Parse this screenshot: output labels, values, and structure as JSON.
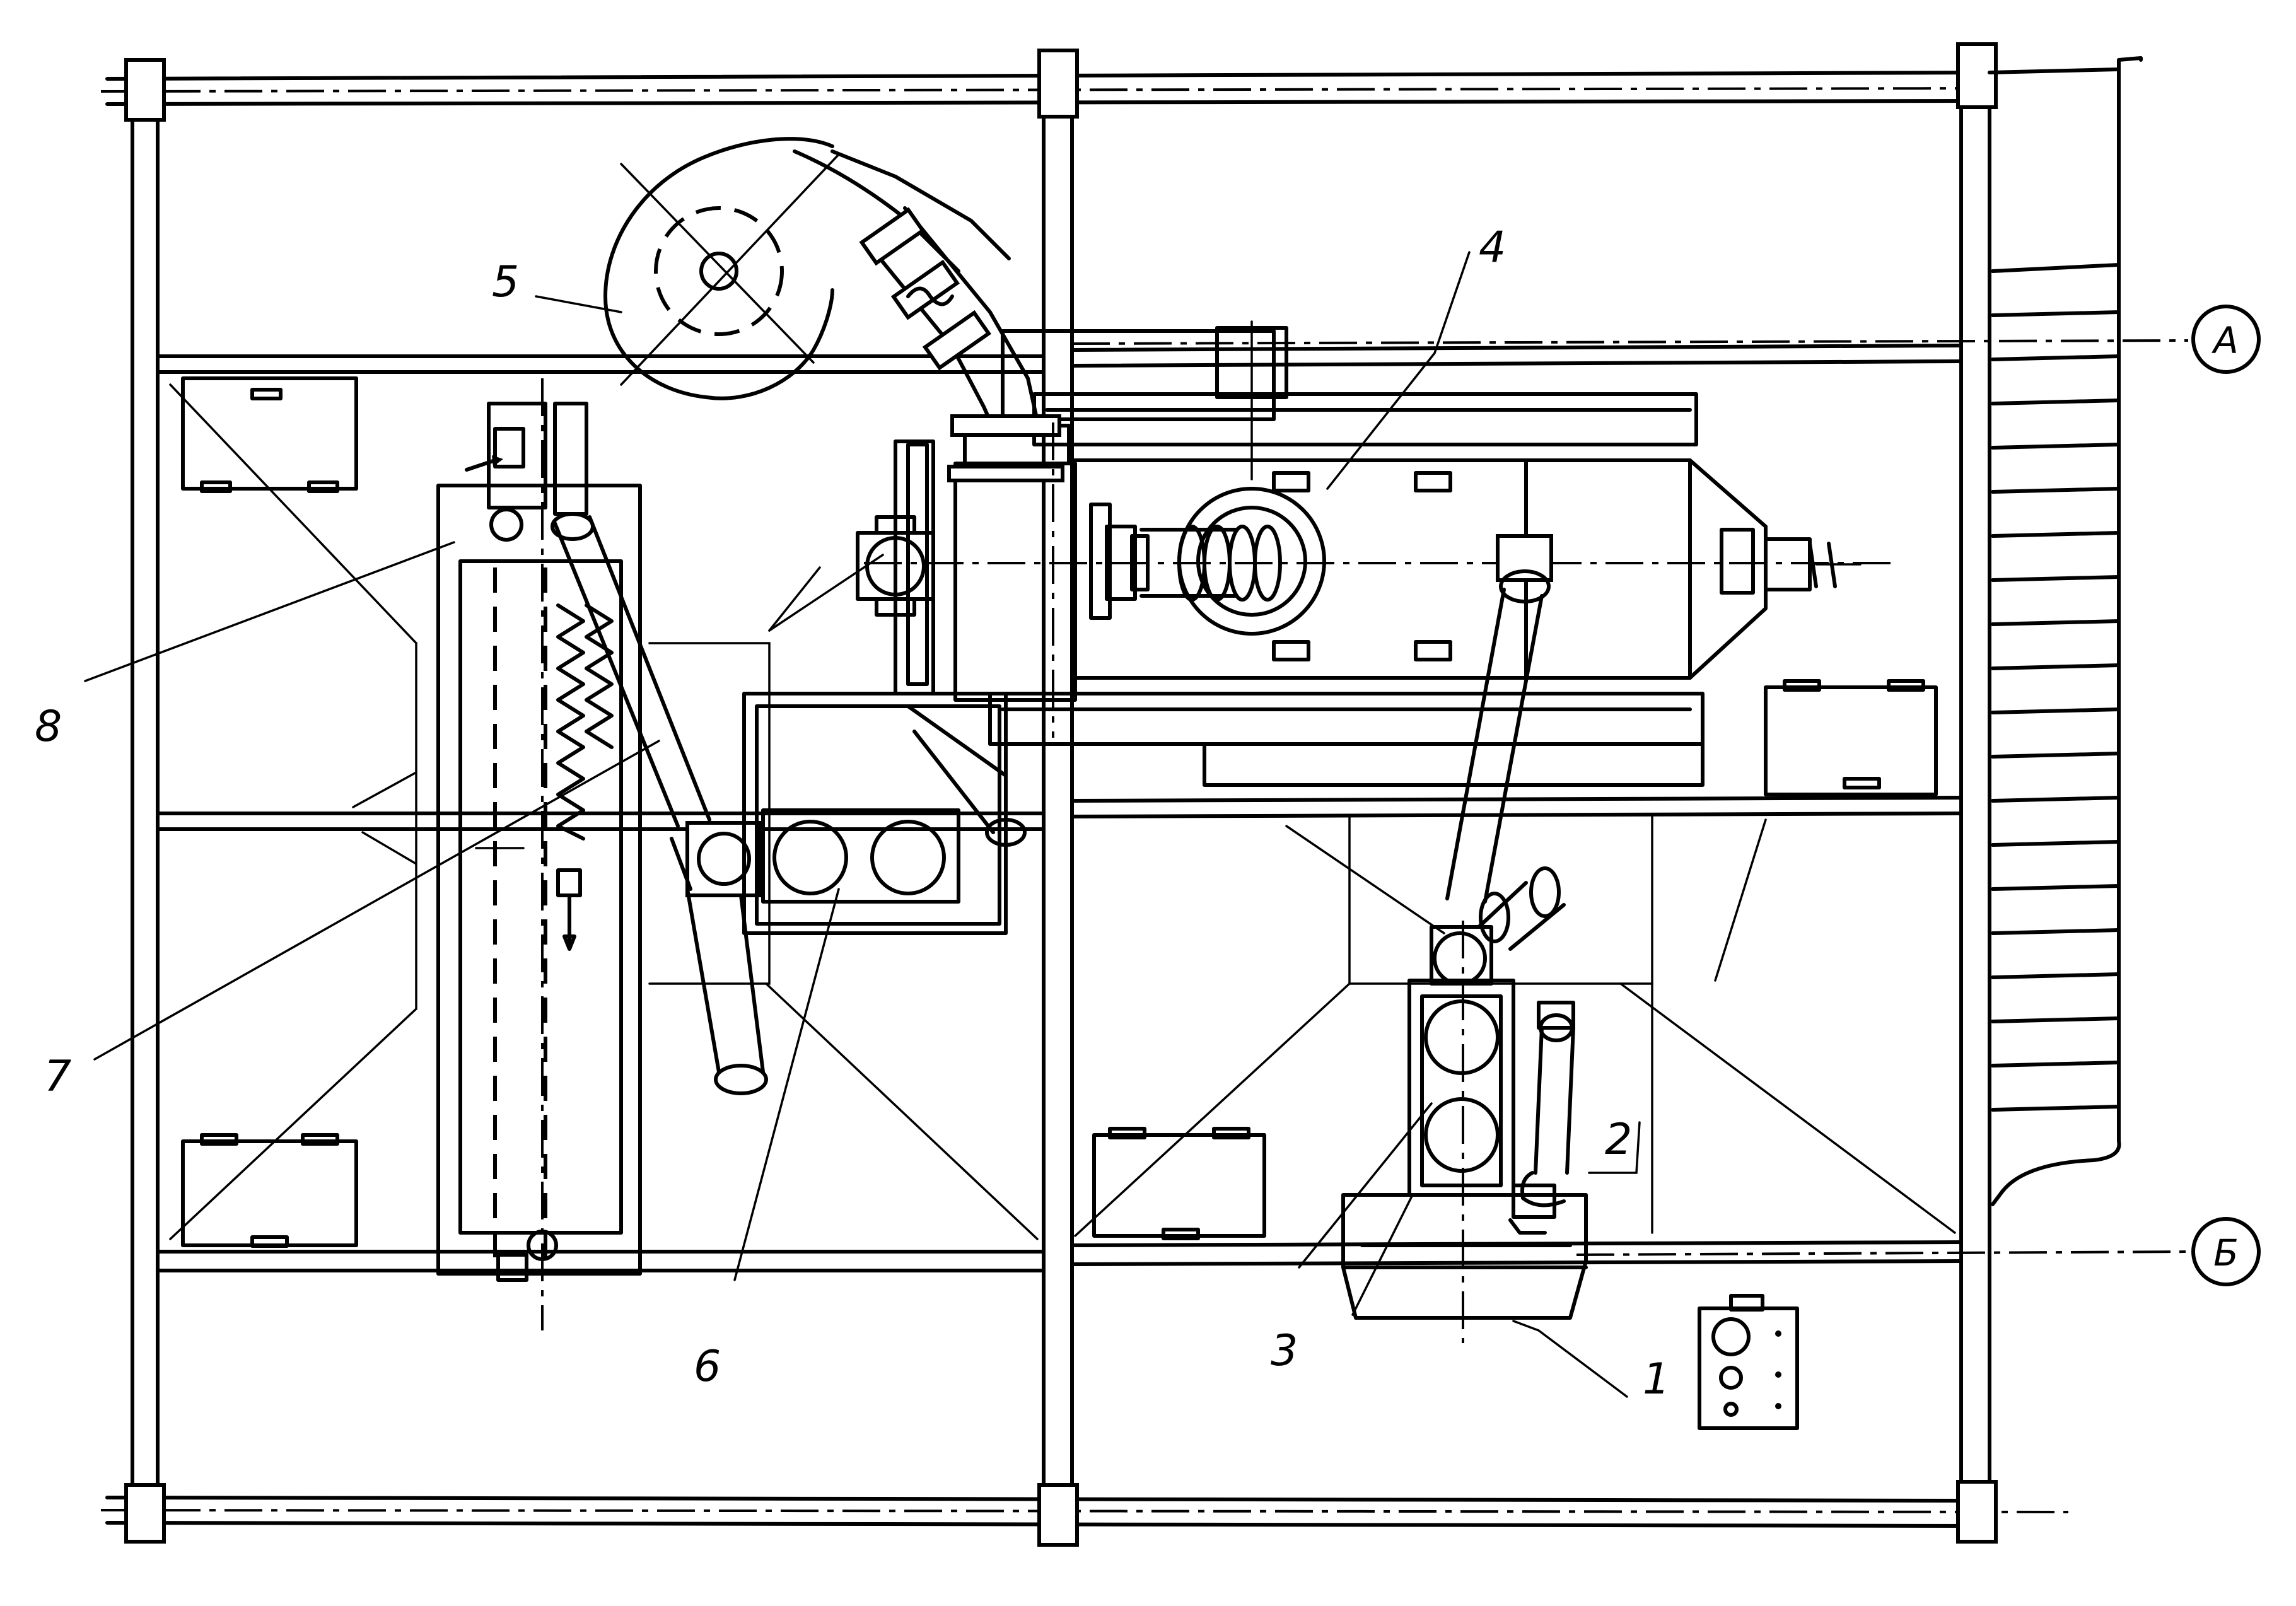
{
  "drawing": {
    "callouts": {
      "c1": "1",
      "c2": "2",
      "c3": "3",
      "c4": "4",
      "c5": "5",
      "c6": "6",
      "c7": "7",
      "c8": "8"
    },
    "axes": {
      "a": "А",
      "b": "Б"
    },
    "colors": {
      "line": "#000000",
      "background": "#ffffff"
    }
  }
}
